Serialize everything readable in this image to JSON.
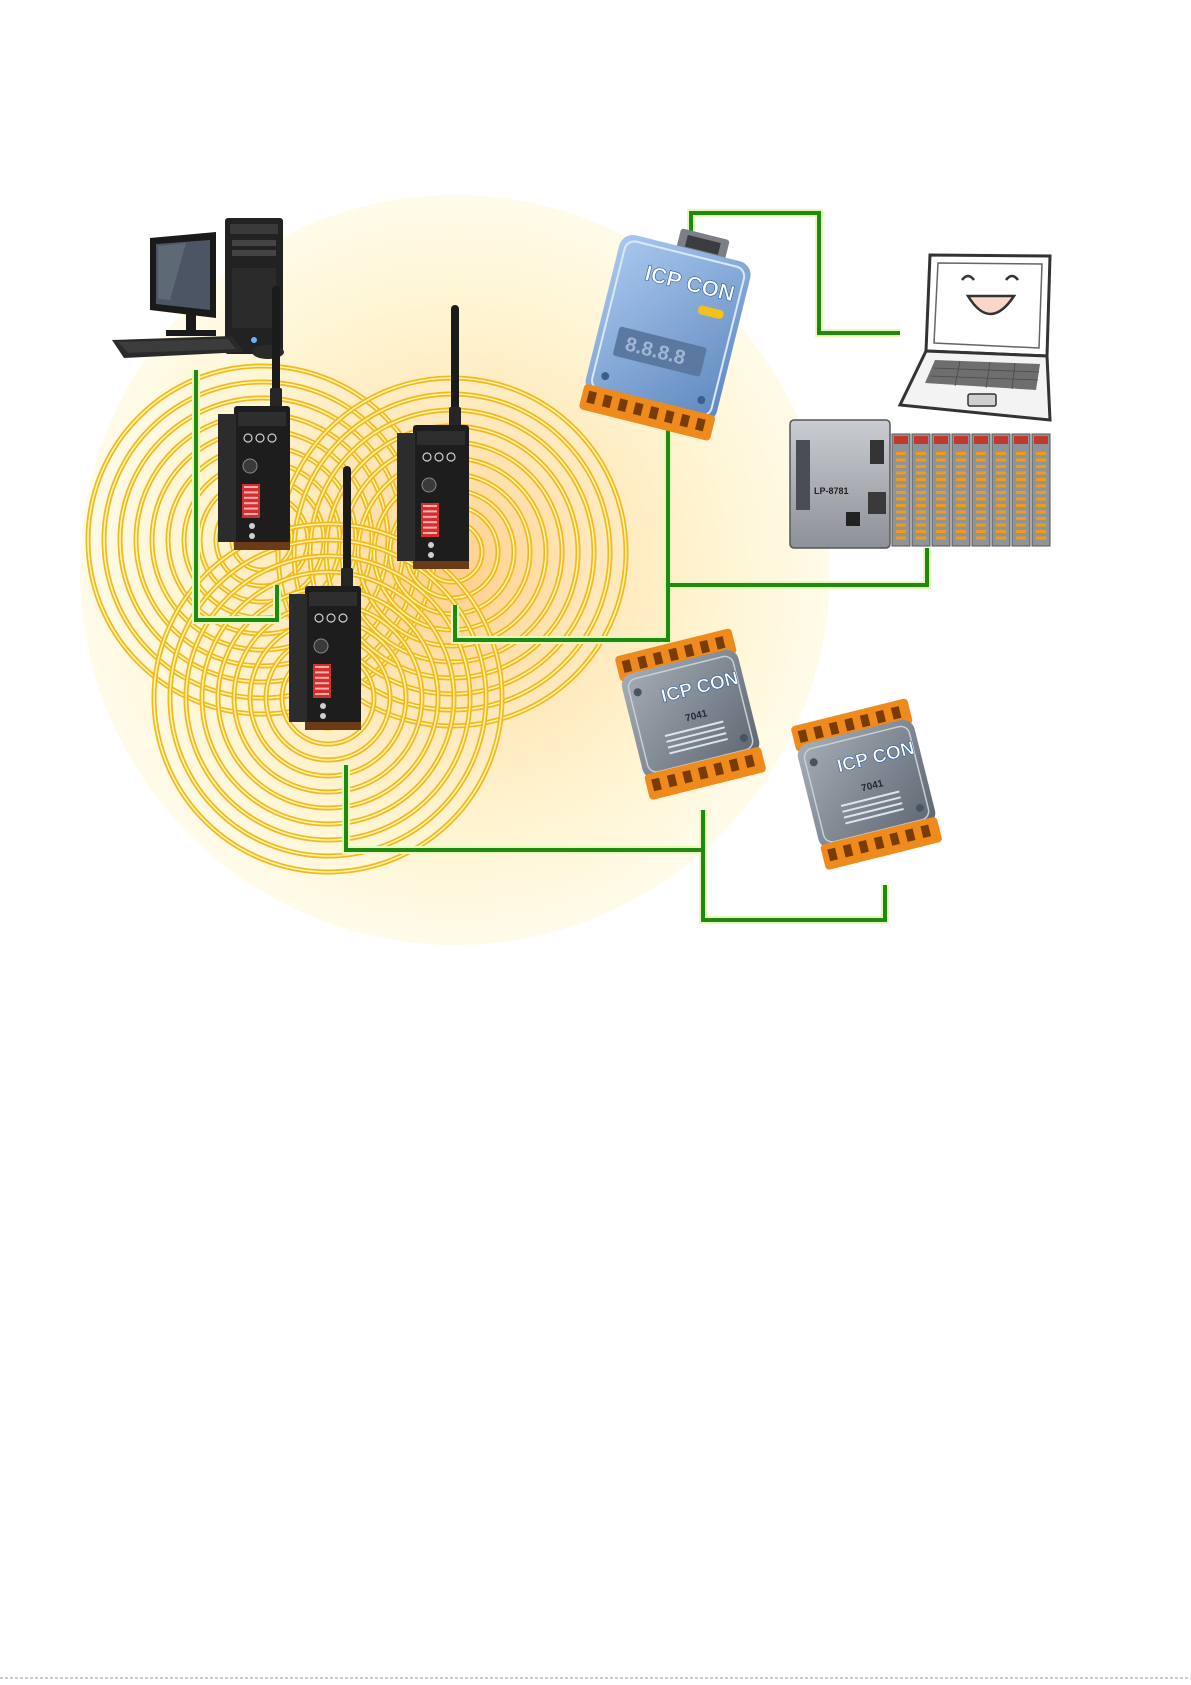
{
  "diagram": {
    "devices": {
      "desktop_pc": {
        "label": "desktop-computer"
      },
      "radio_modem_1": {
        "label": "wireless-radio-modem"
      },
      "radio_modem_2": {
        "label": "wireless-radio-modem"
      },
      "radio_modem_3": {
        "label": "wireless-radio-modem"
      },
      "converter": {
        "brand": "ICP CON",
        "display": "8.8.8.8"
      },
      "laptop": {
        "label": "laptop-computer"
      },
      "controller_rack": {
        "model": "LP-8781"
      },
      "io_module_1": {
        "brand": "ICP CON",
        "model": "7041"
      },
      "io_module_2": {
        "brand": "ICP CON",
        "model": "7041"
      }
    },
    "colors": {
      "wire": "#1f8a12",
      "wire_halo": "#e8f7b0",
      "ring": "#f2c21a",
      "ring_core": "#fff7b8",
      "glow_center": "#ffd9a0",
      "glow_edge": "#fffbe6",
      "modem_body": "#1d1d1d",
      "module_blue": "#7ea6d8",
      "module_gray": "#7a8590",
      "terminal_orange": "#ef8a1c"
    }
  }
}
